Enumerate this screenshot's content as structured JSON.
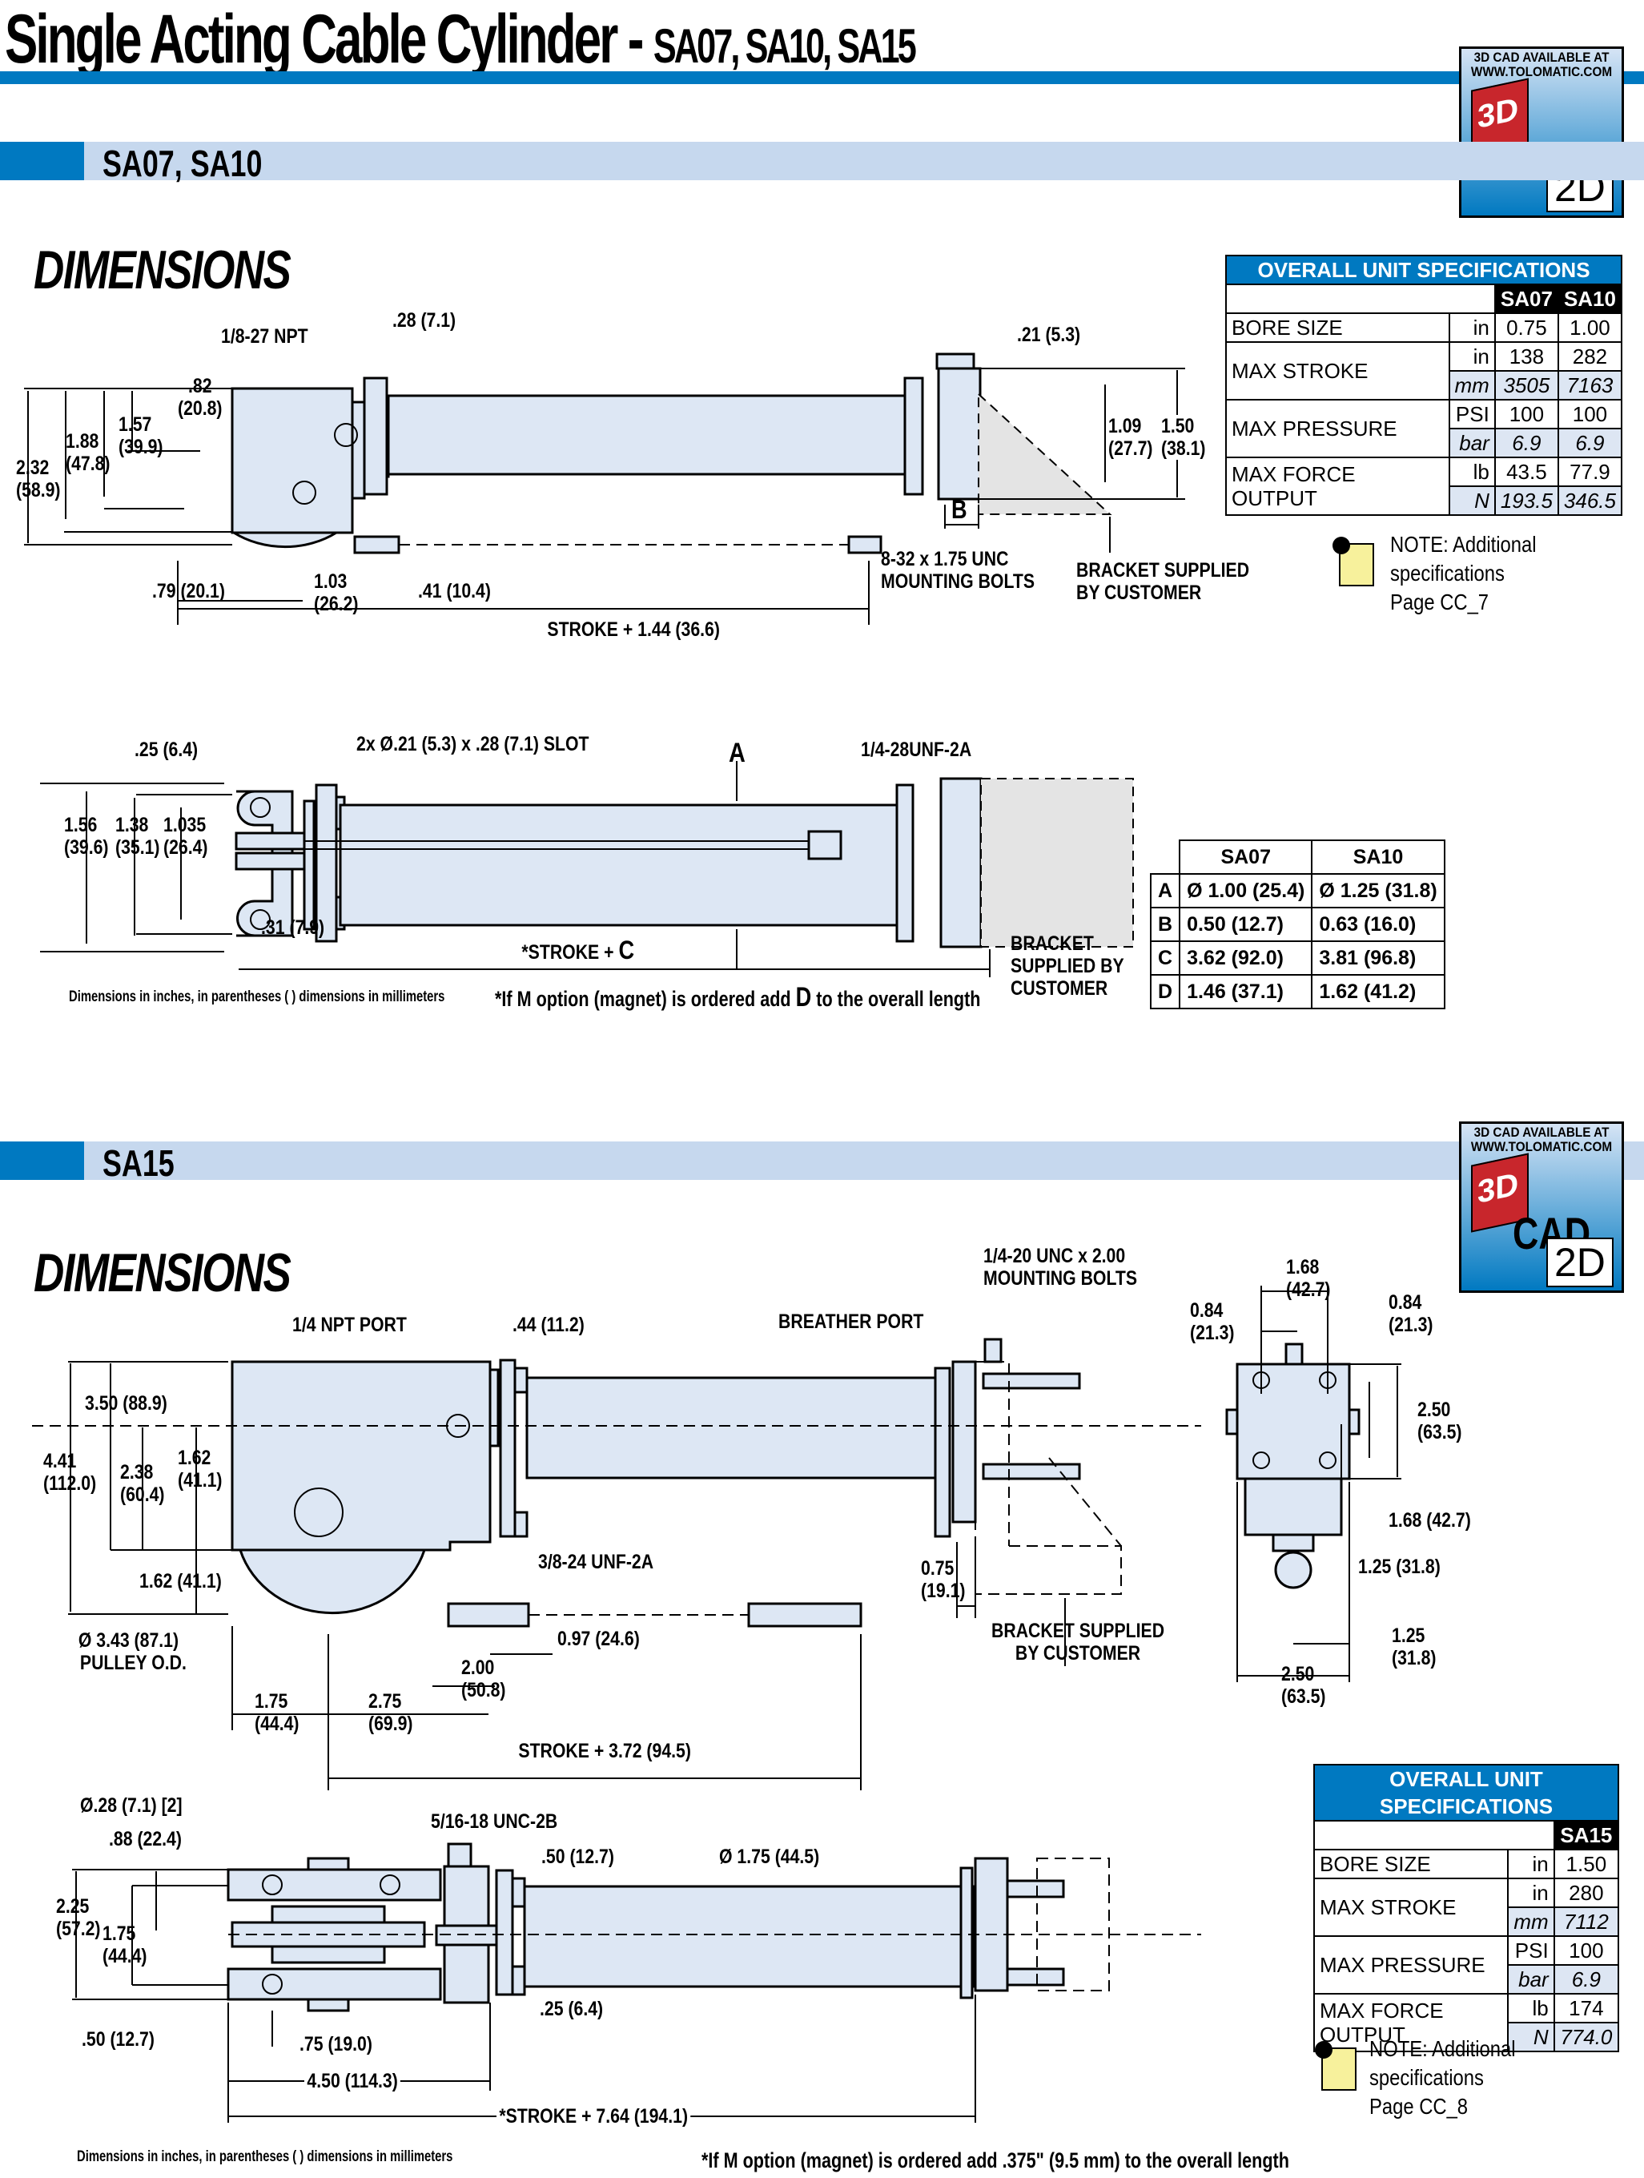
{
  "page": {
    "title_main": "Single Acting Cable Cylinder - ",
    "title_models": "SA07, SA10, SA15",
    "cad_badge": {
      "line1": "3D CAD AVAILABLE AT",
      "line2": "WWW.TOLOMATIC.COM",
      "cube_text": "3D",
      "cad_text": "CAD",
      "doc_text": "2D"
    },
    "colors": {
      "brand_blue": "#0079c1",
      "section_band": "#c6d8ee",
      "part_fill": "#dde7f4",
      "alt_row": "#dde6f3"
    }
  },
  "sa07_sa10": {
    "section_label": "SA07, SA10",
    "dimensions_heading": "DIMENSIONS",
    "side_view_labels": {
      "port": "1/8-27 NPT",
      "port_offset": ".28 (7.1)",
      "h_082": ".82",
      "h_082_mm": "(20.8)",
      "h_157": "1.57",
      "h_157_mm": "(39.9)",
      "h_188": "1.88",
      "h_188_mm": "(47.8)",
      "h_232": "2.32",
      "h_232_mm": "(58.9)",
      "w_079": ".79 (20.1)",
      "w_103": "1.03",
      "w_103_mm": "(26.2)",
      "w_041": ".41 (10.4)",
      "stroke": "STROKE + 1.44 (36.6)",
      "top_021": ".21 (5.3)",
      "h_109": "1.09",
      "h_109_mm": "(27.7)",
      "h_150": "1.50",
      "h_150_mm": "(38.1)",
      "b_label": "B",
      "bolts_1": "8-32 x 1.75 UNC",
      "bolts_2": "MOUNTING BOLTS",
      "bracket_1": "BRACKET SUPPLIED",
      "bracket_2": "BY CUSTOMER"
    },
    "top_view_labels": {
      "d_025": ".25 (6.4)",
      "slot": "2x Ø.21 (5.3) x .28 (7.1) SLOT",
      "a_label": "A",
      "thread": "1/4-28UNF-2A",
      "h_156": "1.56",
      "h_156_mm": "(39.6)",
      "h_138": "1.38",
      "h_138_mm": "(35.1)",
      "h_1035": "1.035",
      "h_1035_mm": "(26.4)",
      "d_031": ".31 (7.9)",
      "stroke_c": "*STROKE + ",
      "c_letter": "C",
      "bracket_1": "BRACKET",
      "bracket_2": "SUPPLIED BY",
      "bracket_3": "CUSTOMER"
    },
    "units_note": "Dimensions in inches, in parentheses ( ) dimensions in millimeters",
    "magnet_note_pre": "*If M option (magnet)  is ordered add ",
    "magnet_note_d": "D",
    "magnet_note_post": " to the overall length",
    "spec_table": {
      "header": "OVERALL UNIT SPECIFICATIONS",
      "models": [
        "SA07",
        "SA10"
      ],
      "rows": [
        {
          "label": "BORE SIZE",
          "unit": "in",
          "values": [
            "0.75",
            "1.00"
          ],
          "alt": false
        },
        {
          "label": "MAX STROKE",
          "unit": "in",
          "values": [
            "138",
            "282"
          ],
          "alt": false
        },
        {
          "label": "",
          "unit": "mm",
          "values": [
            "3505",
            "7163"
          ],
          "alt": true
        },
        {
          "label": "MAX PRESSURE",
          "unit": "PSI",
          "values": [
            "100",
            "100"
          ],
          "alt": false
        },
        {
          "label": "",
          "unit": "bar",
          "values": [
            "6.9",
            "6.9"
          ],
          "alt": true
        },
        {
          "label": "MAX FORCE OUTPUT",
          "unit": "lb",
          "values": [
            "43.5",
            "77.9"
          ],
          "alt": false
        },
        {
          "label": "",
          "unit": "N",
          "values": [
            "193.5",
            "346.5"
          ],
          "alt": true
        }
      ]
    },
    "note": {
      "line1": "NOTE: Additional",
      "line2": "specifications",
      "line3": "Page CC_7"
    },
    "abcd_table": {
      "models": [
        "SA07",
        "SA10"
      ],
      "rows": [
        {
          "key": "A",
          "values": [
            "Ø 1.00 (25.4)",
            "Ø 1.25 (31.8)"
          ]
        },
        {
          "key": "B",
          "values": [
            "0.50 (12.7)",
            "0.63 (16.0)"
          ]
        },
        {
          "key": "C",
          "values": [
            "3.62 (92.0)",
            "3.81 (96.8)"
          ]
        },
        {
          "key": "D",
          "values": [
            "1.46 (37.1)",
            "1.62 (41.2)"
          ]
        }
      ]
    }
  },
  "sa15": {
    "section_label": "SA15",
    "dimensions_heading": "DIMENSIONS",
    "side_view_labels": {
      "port": "1/4 NPT PORT",
      "port_offset": ".44 (11.2)",
      "h_350": "3.50 (88.9)",
      "h_441": "4.41",
      "h_441_mm": "(112.0)",
      "h_238": "2.38",
      "h_238_mm": "(60.4)",
      "h_162a": "1.62",
      "h_162a_mm": "(41.1)",
      "h_162b": "1.62 (41.1)",
      "pulley_1": "Ø 3.43 (87.1)",
      "pulley_2": "PULLEY O.D.",
      "thread": "3/8-24 UNF-2A",
      "w_097": "0.97 (24.6)",
      "w_200": "2.00",
      "w_200_mm": "(50.8)",
      "w_175": "1.75",
      "w_175_mm": "(44.4)",
      "w_275": "2.75",
      "w_275_mm": "(69.9)",
      "stroke": "STROKE + 3.72 (94.5)",
      "breather": "BREATHER PORT",
      "bolts_1": "1/4-20 UNC x 2.00",
      "bolts_2": "MOUNTING BOLTS",
      "w_075": "0.75",
      "w_075_mm": "(19.1)",
      "bracket_1": "BRACKET SUPPLIED",
      "bracket_2": "BY CUSTOMER"
    },
    "end_view_labels": {
      "w_168": "1.68",
      "w_168_mm": "(42.7)",
      "w_084l": "0.84",
      "w_084l_mm": "(21.3)",
      "w_084r": "0.84",
      "w_084r_mm": "(21.3)",
      "h_250": "2.50",
      "h_250_mm": "(63.5)",
      "h_168": "1.68 (42.7)",
      "h_125": "1.25 (31.8)",
      "w_125": "1.25",
      "w_125_mm": "(31.8)",
      "w_250": "2.50",
      "w_250_mm": "(63.5)"
    },
    "top_view_labels": {
      "hole": "Ø.28 (7.1) [2]",
      "d_088": ".88 (22.4)",
      "thread": "5/16-18 UNC-2B",
      "d_050": ".50 (12.7)",
      "bore": "Ø 1.75 (44.5)",
      "h_225": "2.25",
      "h_225_mm": "(57.2)",
      "h_175": "1.75",
      "h_175_mm": "(44.4)",
      "d_025": ".25 (6.4)",
      "d_050b": ".50 (12.7)",
      "d_075": ".75 (19.0)",
      "w_450": "4.50 (114.3)",
      "stroke": "*STROKE + 7.64 (194.1)"
    },
    "units_note": "Dimensions in inches, in parentheses ( ) dimensions in millimeters",
    "magnet_note": "*If M option (magnet)  is ordered add .375\" (9.5 mm) to the overall length",
    "spec_table": {
      "header": "OVERALL UNIT SPECIFICATIONS",
      "models": [
        "SA15"
      ],
      "rows": [
        {
          "label": "BORE SIZE",
          "unit": "in",
          "values": [
            "1.50"
          ],
          "alt": false
        },
        {
          "label": "MAX STROKE",
          "unit": "in",
          "values": [
            "280"
          ],
          "alt": false
        },
        {
          "label": "",
          "unit": "mm",
          "values": [
            "7112"
          ],
          "alt": true
        },
        {
          "label": "MAX PRESSURE",
          "unit": "PSI",
          "values": [
            "100"
          ],
          "alt": false
        },
        {
          "label": "",
          "unit": "bar",
          "values": [
            "6.9"
          ],
          "alt": true
        },
        {
          "label": "MAX FORCE OUTPUT",
          "unit": "lb",
          "values": [
            "174"
          ],
          "alt": false
        },
        {
          "label": "",
          "unit": "N",
          "values": [
            "774.0"
          ],
          "alt": true
        }
      ]
    },
    "note": {
      "line1": "NOTE: Additional",
      "line2": "specifications",
      "line3": "Page CC_8"
    }
  }
}
